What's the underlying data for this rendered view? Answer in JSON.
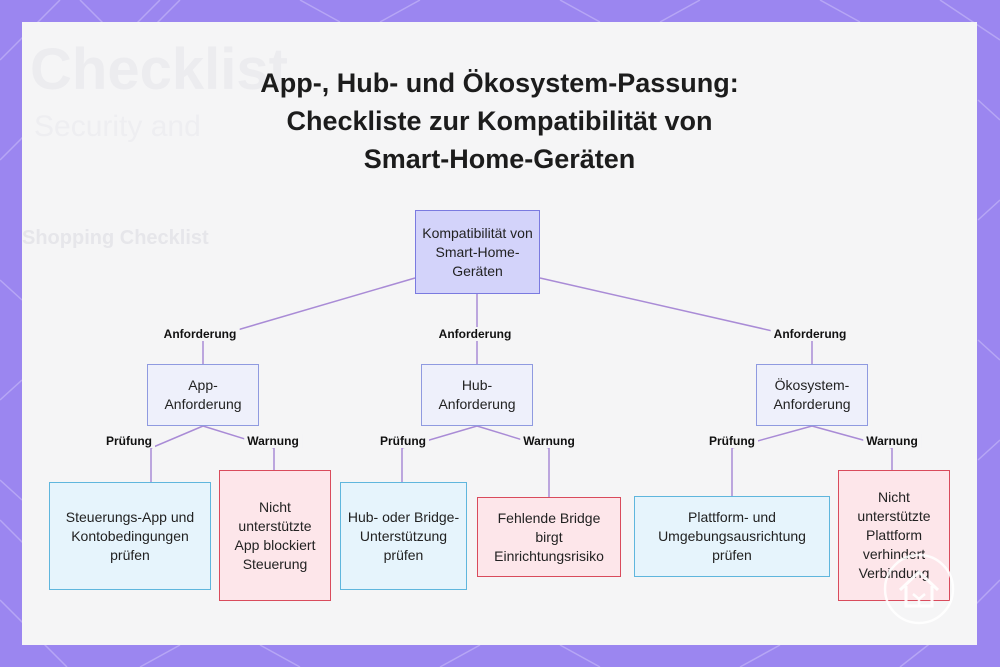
{
  "title": {
    "line1": "App-, Hub- und Ökosystem-Passung:",
    "line2": "Checkliste zur Kompatibilität von",
    "line3": "Smart-Home-Geräten"
  },
  "background_text": {
    "big": "Checklist",
    "sub": "Security and",
    "side": "Shopping Checklist"
  },
  "diagram": {
    "root": "Kompatibilität von Smart-Home-Geräten",
    "edge_requirement": "Anforderung",
    "edge_check": "Prüfung",
    "edge_warning": "Warnung",
    "branches": [
      {
        "label": "App-Anforderung",
        "check": "Steuerungs-App und Kontobedingungen prüfen",
        "warning": "Nicht unterstützte App blockiert Steuerung"
      },
      {
        "label": "Hub-Anforderung",
        "check": "Hub- oder Bridge-Unterstützung prüfen",
        "warning": "Fehlende Bridge birgt Einrichtungsrisiko"
      },
      {
        "label": "Ökosystem-Anforderung",
        "check": "Plattform- und Umgebungsausrichtung prüfen",
        "warning": "Nicht unterstützte Plattform verhindert Verbindung"
      }
    ]
  },
  "colors": {
    "frame": "#9b86f0",
    "root_fill": "#d3d3fa",
    "check_border": "#5fb6dd",
    "warning_border": "#d94b5c",
    "edge": "#a98bd6"
  }
}
